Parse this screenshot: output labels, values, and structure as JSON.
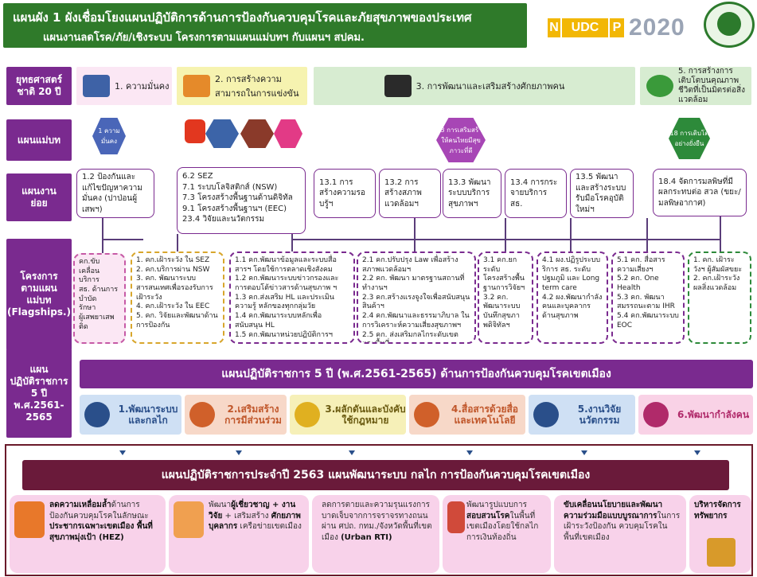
{
  "header": {
    "title_line1": "แผนผัง 1  ผังเชื่อมโยงแผนปฏิบัติการด้านการป้องกันควบคุมโรคและภัยสุขภาพของประเทศ",
    "title_line2": "แผนงานลดโรค/ภัย/เชิงระบบ โครงการตามแผนแม่บทฯ กับแผนฯ สปคม.",
    "logo_n": "N",
    "logo_udc": "UDC",
    "logo_p": "P",
    "logo_year": "2020",
    "title_bg": "#2f7a2a",
    "accent": "#7a2a8f"
  },
  "row_labels": {
    "strategy": "ยุทธศาสตร์\nชาติ 20 ปี",
    "master": "แผนแม่บท",
    "sub": "แผนงาน\nย่อย",
    "projects": "โครงการ\nตามแผน\nแม่บท\n(Flagships.)",
    "plan5": "แผน\nปฏิบัติราชการ\n5 ปี\nพ.ศ.2561-\n2565"
  },
  "strategies": [
    {
      "label": "1. ความมั่นคง"
    },
    {
      "label": "2. การสร้างความสามารถในการแข่งขัน"
    },
    {
      "label": "3. การพัฒนาและเสริมสร้างศักยภาพคน"
    },
    {
      "label": "5. การสร้างการเติบโตบนคุณภาพชีวิตที่เป็นมิตรต่อสิ่งแวดล้อม"
    }
  ],
  "master_plans": {
    "sdg1": "1 ความมั่นคง",
    "sdg13": "13 การเสริมสร้างให้คนไทยมีสุขภาวะที่ดี",
    "sdg18": "18 การเติบโตอย่างยั่งยืน"
  },
  "sub_plans": {
    "s12": "1.2 ป้องกันและแก้ไขปัญหาความมั่นคง (ปาป่อนผู้เสพฯ)",
    "s6": "6.2  SEZ\n7.1 ระบบโลจิสติกส์ (NSW)\n7.3 โครงสร้างพื้นฐานด้านดิจิทัล\n9.1 โครงสร้างพื้นฐานฯ (EEC)\n23.4 วิจัยและนวัตกรรม",
    "s131": "13.1 การสร้างความรอบรู้ฯ",
    "s132": "13.2 การสร้างสภาพแวดล้อมฯ",
    "s133": "13.3 พัฒนาระบบบริการสุขภาพฯ",
    "s134": "13.4 การกระจายบริการ สธ.",
    "s135": "13.5 พัฒนาและสร้างระบบรับมือโรคอุบัติใหม่ฯ",
    "s184": "18.4 จัดการมลพิษที่มีผลกระทบต่อ สวล (ขยะ/มลพิษอากาศ)"
  },
  "projects": {
    "p1": "คก.ขับเคลื่อนบริการ\nสธ. ด้านการบำบัด\nรักษา\nผู้เสพยาเสพติด",
    "p2": "1. คก.เฝ้าระวัง ใน SEZ\n2. คก.บริการผ่าน NSW\n3. คก. พัฒนาระบบสารสนเทศเพื่อรองรับการเฝ้าระวัง\n4. คก.เฝ้าระวัง ใน EEC\n5. คก. วิจัยและพัฒนาด้านการป้องกัน",
    "p3": "1.1 คก.พัฒนาข้อมูลและระบบสื่อสารฯ โดยใช้การตลาดเชิงสังคม\n1.2 คก.พัฒนาระบบข่าวกรองและการตอบโต้ข่าวสารด้านสุขภาพ ฯ\n1.3 คก.ส่งเสริม HL และประเมินความรู้ หลักของทุกกลุ่มวัย\n1.4 คก.พัฒนาระบบหลักเพื่อสนับสนุน HL\n1.5 คก.พัฒนาหน่วยปฏิบัติการฯ",
    "p4": "2.1 คก.ปรับปรุง Law เพื่อสร้างสภาพแวดล้อมฯ\n2.2 คก. พัฒนา มาตรฐานสถานที่ทำงานฯ\n2.3 คก.สร้างแรงจูงใจเพื่อสนับสนุนสินค้าฯ\n2.4 คก.พัฒนาและธรรมาภิบาล ในการวิเคราะห์ความเสี่ยงสุขภาพฯ\n2.5 คก. ส่งเสริมกลไกระดับเขตและพื้นที่",
    "p5": "3.1 คก.ยกระดับโครงสร้างพื้นฐานการวิจัยฯ\n3.2 คก. พัฒนาระบบบันทึกสุขภาพดิจิทัลฯ",
    "p6": "4.1 ผง.ปฏิรูประบบริการ สธ. ระดับปฐมภูมิ และ Long term care\n4.2 ผง.พัฒนากำลังคนและบุคลากรด้านสุขภาพ",
    "p7": "5.1 คก. สื่อสารความเสี่ยงฯ\n5.2 คก. One Health\n5.3 คก. พัฒนาสมรรถนะตาม IHR\n5.4 คก.พัฒนาระบบ EOC",
    "p8": "1. คก. เฝ้าระวังฯ ผู้สัมผัสขยะ\n2. คก.เฝ้าระวังผลสิ่งแวดล้อม"
  },
  "plan5": {
    "title": "แผนปฏิบัติราชการ 5 ปี (พ.ศ.2561-2565) ด้านการป้องกันควบคุมโรคเขตเมือง",
    "tiles": [
      {
        "label": "1.พัฒนาระบบและกลไก"
      },
      {
        "label": "2.เสริมสร้างการมีส่วนร่วม"
      },
      {
        "label": "3.ผลักดันและบังคับใช้กฎหมาย"
      },
      {
        "label": "4.สื่อสารด้วยสื่อและเทคโนโลยี"
      },
      {
        "label": "5.งานวิจัยนวัตกรรม"
      },
      {
        "label": "6.พัฒนากำลังคน"
      }
    ]
  },
  "annual": {
    "title": "แผนปฏิบัติราชการประจำปี 2563 แผนพัฒนาระบบ กลไก การป้องกันควบคุมโรคเขตเมือง",
    "cards": [
      {
        "bold": "ลดความเหลื่อมล้ำ",
        "text1": "ด้านการป้องกันควบคุมโรคในลักษณะ",
        "bold2": "ประชากรเฉพาะเขตเมือง พื้นที่สุขภาพมุ่งเป้า (HEZ)"
      },
      {
        "text1": "พัฒนา",
        "bold": "ผู้เชี่ยวชาญ + งานวิจัย",
        "text2": "+ เสริมสร้าง",
        "bold2": "ศักยภาพบุคลากร",
        "text3": "เครือข่ายเขตเมือง"
      },
      {
        "text1": "ลดการตายและความรุนแรงการบาดเจ็บจากการจราจรทางถนน ผ่าน ศปถ. กทม./จังหวัดพื้นที่เขตเมือง",
        "bold": "(Urban RTI)"
      },
      {
        "text1": "พัฒนารูปแบบการ",
        "bold": "สอบสวนโรค",
        "text2": "ในพื้นที่เขตเมืองโดยใช้กลไกการเงินท้องถิ่น"
      },
      {
        "bold": "ขับเคลื่อนนโยบายและพัฒนาความร่วมมือแบบบูรณาการ",
        "text1": "ในการเฝ้าระวังป้องกัน ควบคุมโรคในพื้นที่เขตเมือง"
      },
      {
        "bold": "บริหารจัดการทรัพยากร"
      }
    ]
  }
}
